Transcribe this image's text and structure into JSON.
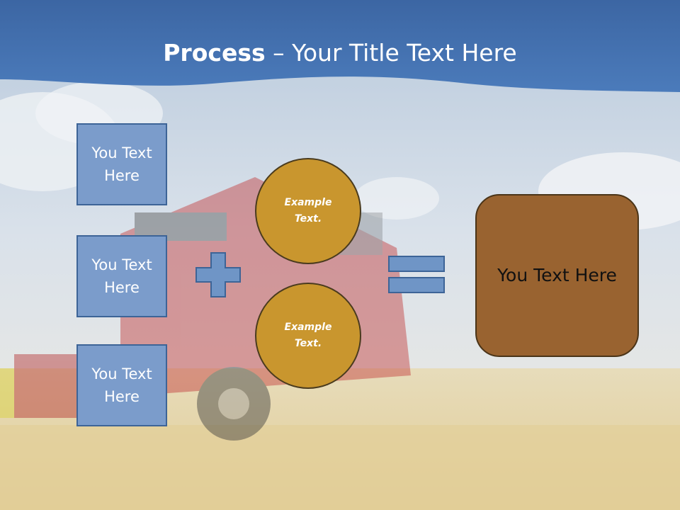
{
  "slide": {
    "title_bold": "Process",
    "title_dash": " – ",
    "title_rest": "Your Title Text Here"
  },
  "inputs": [
    {
      "label": "You Text Here"
    },
    {
      "label": "You Text Here"
    },
    {
      "label": "You Text Here"
    }
  ],
  "circles": [
    {
      "label": "Example Text."
    },
    {
      "label": "Example Text."
    }
  ],
  "result": {
    "label": "You Text Here"
  },
  "colors": {
    "header_blue": "#3f6fae",
    "box_fill": "#7b9ccb",
    "circle_fill": "#c9962e",
    "result_fill": "#996330",
    "operator_fill": "#6f95c6"
  },
  "icons": [
    "plus-icon",
    "equals-icon"
  ]
}
